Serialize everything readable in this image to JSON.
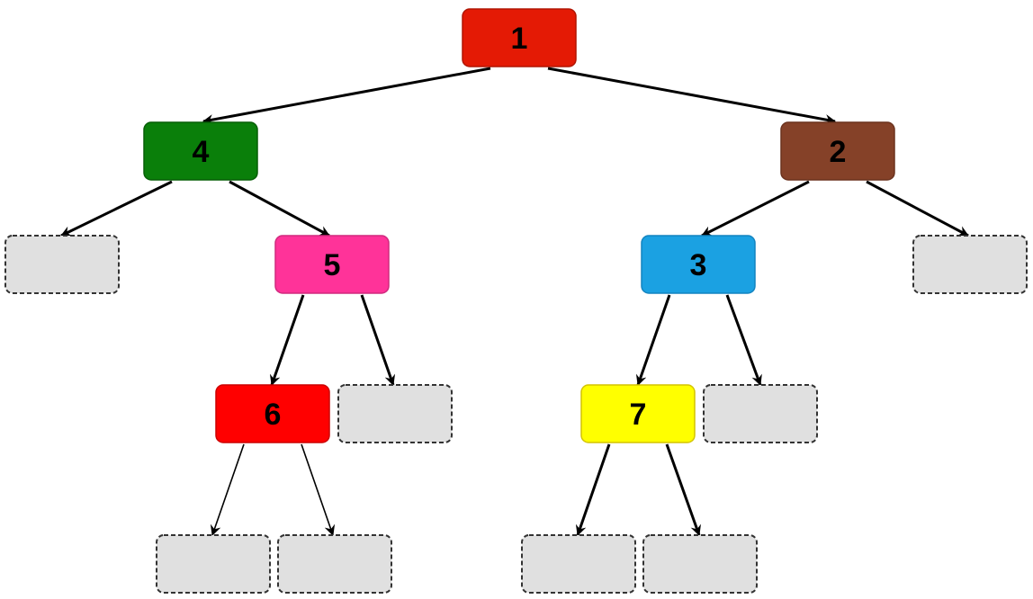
{
  "diagram": {
    "type": "binary-tree",
    "nodes": [
      {
        "id": "1",
        "label": "1",
        "color": "#E41A05",
        "stroke": "#B01503",
        "empty": false
      },
      {
        "id": "4",
        "label": "4",
        "color": "#0A7F0A",
        "stroke": "#065E06",
        "empty": false
      },
      {
        "id": "2",
        "label": "2",
        "color": "#854128",
        "stroke": "#6B321E",
        "empty": false
      },
      {
        "id": "L1",
        "label": "",
        "color": "#E0E0E0",
        "stroke": "#333333",
        "empty": true
      },
      {
        "id": "5",
        "label": "5",
        "color": "#FF3399",
        "stroke": "#D02A7E",
        "empty": false
      },
      {
        "id": "3",
        "label": "3",
        "color": "#1BA1E2",
        "stroke": "#1384C0",
        "empty": false
      },
      {
        "id": "R2",
        "label": "",
        "color": "#E0E0E0",
        "stroke": "#333333",
        "empty": true
      },
      {
        "id": "6",
        "label": "6",
        "color": "#FF0000",
        "stroke": "#CC0000",
        "empty": false
      },
      {
        "id": "R5",
        "label": "",
        "color": "#E0E0E0",
        "stroke": "#333333",
        "empty": true
      },
      {
        "id": "7",
        "label": "7",
        "color": "#FFFF00",
        "stroke": "#D4C400",
        "empty": false
      },
      {
        "id": "R3",
        "label": "",
        "color": "#E0E0E0",
        "stroke": "#333333",
        "empty": true
      },
      {
        "id": "L6",
        "label": "",
        "color": "#E0E0E0",
        "stroke": "#333333",
        "empty": true
      },
      {
        "id": "R6",
        "label": "",
        "color": "#E0E0E0",
        "stroke": "#333333",
        "empty": true
      },
      {
        "id": "L7",
        "label": "",
        "color": "#E0E0E0",
        "stroke": "#333333",
        "empty": true
      },
      {
        "id": "R7",
        "label": "",
        "color": "#E0E0E0",
        "stroke": "#333333",
        "empty": true
      }
    ],
    "edges": [
      {
        "from": "1",
        "to": "4"
      },
      {
        "from": "1",
        "to": "2"
      },
      {
        "from": "4",
        "to": "L1"
      },
      {
        "from": "4",
        "to": "5"
      },
      {
        "from": "2",
        "to": "3"
      },
      {
        "from": "2",
        "to": "R2"
      },
      {
        "from": "5",
        "to": "6"
      },
      {
        "from": "5",
        "to": "R5"
      },
      {
        "from": "3",
        "to": "7"
      },
      {
        "from": "3",
        "to": "R3"
      },
      {
        "from": "6",
        "to": "L6"
      },
      {
        "from": "6",
        "to": "R6"
      },
      {
        "from": "7",
        "to": "L7"
      },
      {
        "from": "7",
        "to": "R7"
      }
    ]
  }
}
